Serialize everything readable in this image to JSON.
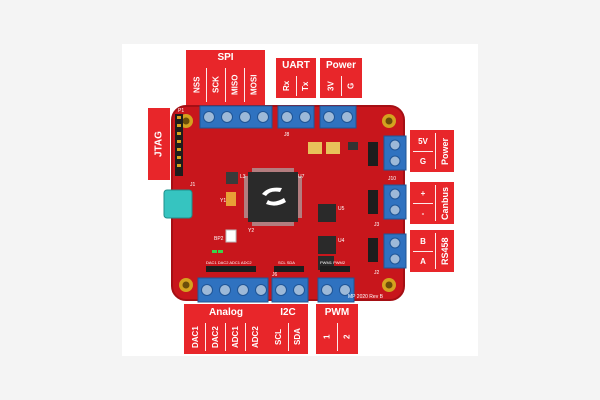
{
  "labels": {
    "spi": {
      "title": "SPI",
      "pins": [
        "NSS",
        "SCK",
        "MISO",
        "MOSI"
      ]
    },
    "uart": {
      "title": "UART",
      "pins": [
        "Rx",
        "Tx"
      ]
    },
    "power_top": {
      "title": "Power",
      "pins": [
        "3V",
        "G"
      ]
    },
    "jtag": {
      "title": "JTAG"
    },
    "power_right": {
      "title": "Power",
      "pins": [
        "5V",
        "G"
      ]
    },
    "canbus": {
      "title": "Canbus",
      "pins": [
        "+",
        "-"
      ]
    },
    "rs458": {
      "title": "RS458",
      "pins": [
        "B",
        "A"
      ]
    },
    "analog": {
      "title": "Analog",
      "pins": [
        "DAC1",
        "DAC2",
        "ADC1",
        "ADC2"
      ]
    },
    "i2c": {
      "title": "I2C",
      "pins": [
        "SCL",
        "SDA"
      ]
    },
    "pwm": {
      "title": "PWM",
      "pins": [
        "1",
        "2"
      ]
    }
  },
  "board": {
    "silkscreen": {
      "p1": "P1",
      "j8": "J8",
      "j10": "J10",
      "j6": "J6",
      "j3": "J3",
      "j2": "J2",
      "j1": "J1",
      "u7": "U7",
      "u5": "U5",
      "u4": "U4",
      "y1": "Y1",
      "y2": "Y2",
      "l3": "L3",
      "bp2": "BP2",
      "rev": "MP 2020 Rev B",
      "pwm_hdr": "PWM1 PWM2",
      "adc_hdr": "DAC1 DAC2 ADC1 ADC2",
      "i2c_hdr": "SCL SDA"
    },
    "colors": {
      "pcb": "#c8161c",
      "pcb_edge": "#a50f14",
      "terminal": "#2f72c0",
      "terminal_dark": "#1f5596",
      "label": "#e8262a",
      "chip": "#2a2a2a",
      "pad_gold": "#d4a21f"
    }
  }
}
